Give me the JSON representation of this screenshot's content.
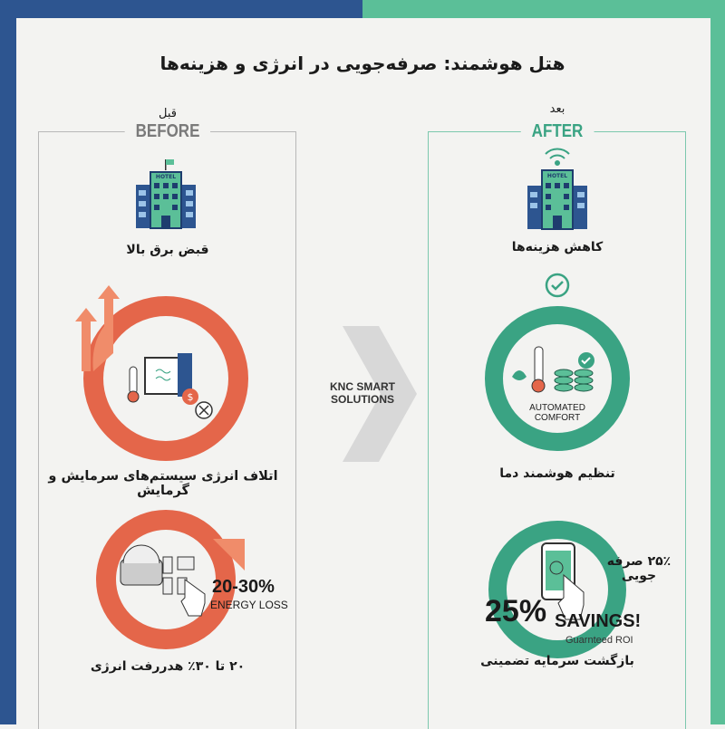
{
  "title": "هتل هوشمند: صرفه‌جویی در انرژی و هزینه‌ها",
  "before": {
    "label_fa": "قبل",
    "label_en": "BEFORE",
    "caption1": "قبض برق بالا",
    "caption2": "اتلاف انرژی سیستم‌های سرمایش و گرمایش",
    "stat": "20-30%",
    "stat_label": "ENERGY LOSS",
    "caption3": "۲۰ تا ۳۰٪ هدررفت انرژی",
    "hotel_sign": "HOTEL"
  },
  "middle": {
    "arrow_label_line1": "KNC SMART",
    "arrow_label_line2": "SOLUTIONS"
  },
  "after": {
    "label_fa": "بعد",
    "label_en": "AFTER",
    "caption1": "کاهش هزینه‌ها",
    "circle_label_line1": "AUTOMATED",
    "circle_label_line2": "COMFORT",
    "caption2": "تنظیم هوشمند دما",
    "savings_fa": "۲۵٪ صرفه جویی",
    "savings_pct": "25%",
    "savings_word": "SAVINGS!",
    "roi": "Guarnteed ROI",
    "caption3": "بازگشت سرمایه تضمینی",
    "hotel_sign": "HOTEL"
  },
  "colors": {
    "blue": "#2d5590",
    "green": "#5bbf98",
    "red": "#e4664a",
    "teal": "#3aa383"
  }
}
